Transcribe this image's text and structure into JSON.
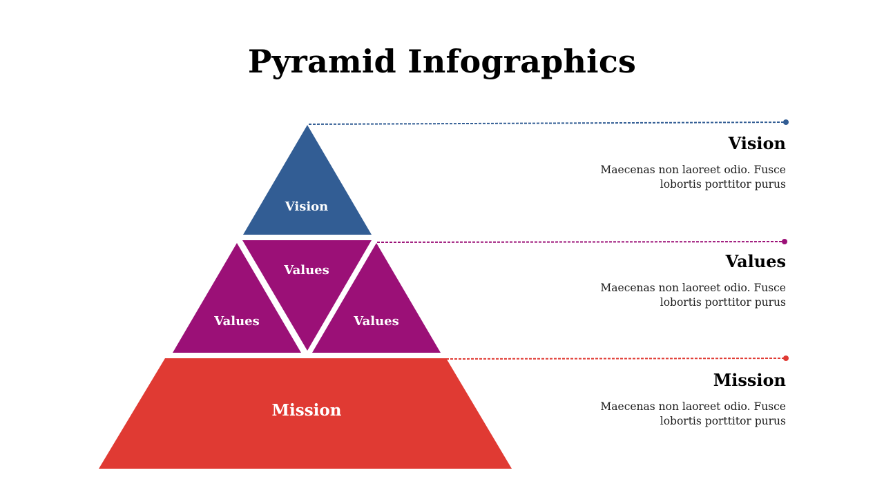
{
  "title": "Pyramid Infographics",
  "colors": {
    "vision": "#325d94",
    "values": "#9b1077",
    "mission": "#e03a33"
  },
  "pyramid": {
    "vision_label": "Vision",
    "values_labels": [
      "Values",
      "Values",
      "Values"
    ],
    "mission_label": "Mission"
  },
  "items": [
    {
      "heading": "Vision",
      "desc_line1": "Maecenas non laoreet odio. Fusce",
      "desc_line2": "lobortis porttitor purus"
    },
    {
      "heading": "Values",
      "desc_line1": "Maecenas non laoreet odio. Fusce",
      "desc_line2": "lobortis porttitor purus"
    },
    {
      "heading": "Mission",
      "desc_line1": "Maecenas non laoreet odio. Fusce",
      "desc_line2": "lobortis porttitor purus"
    }
  ]
}
